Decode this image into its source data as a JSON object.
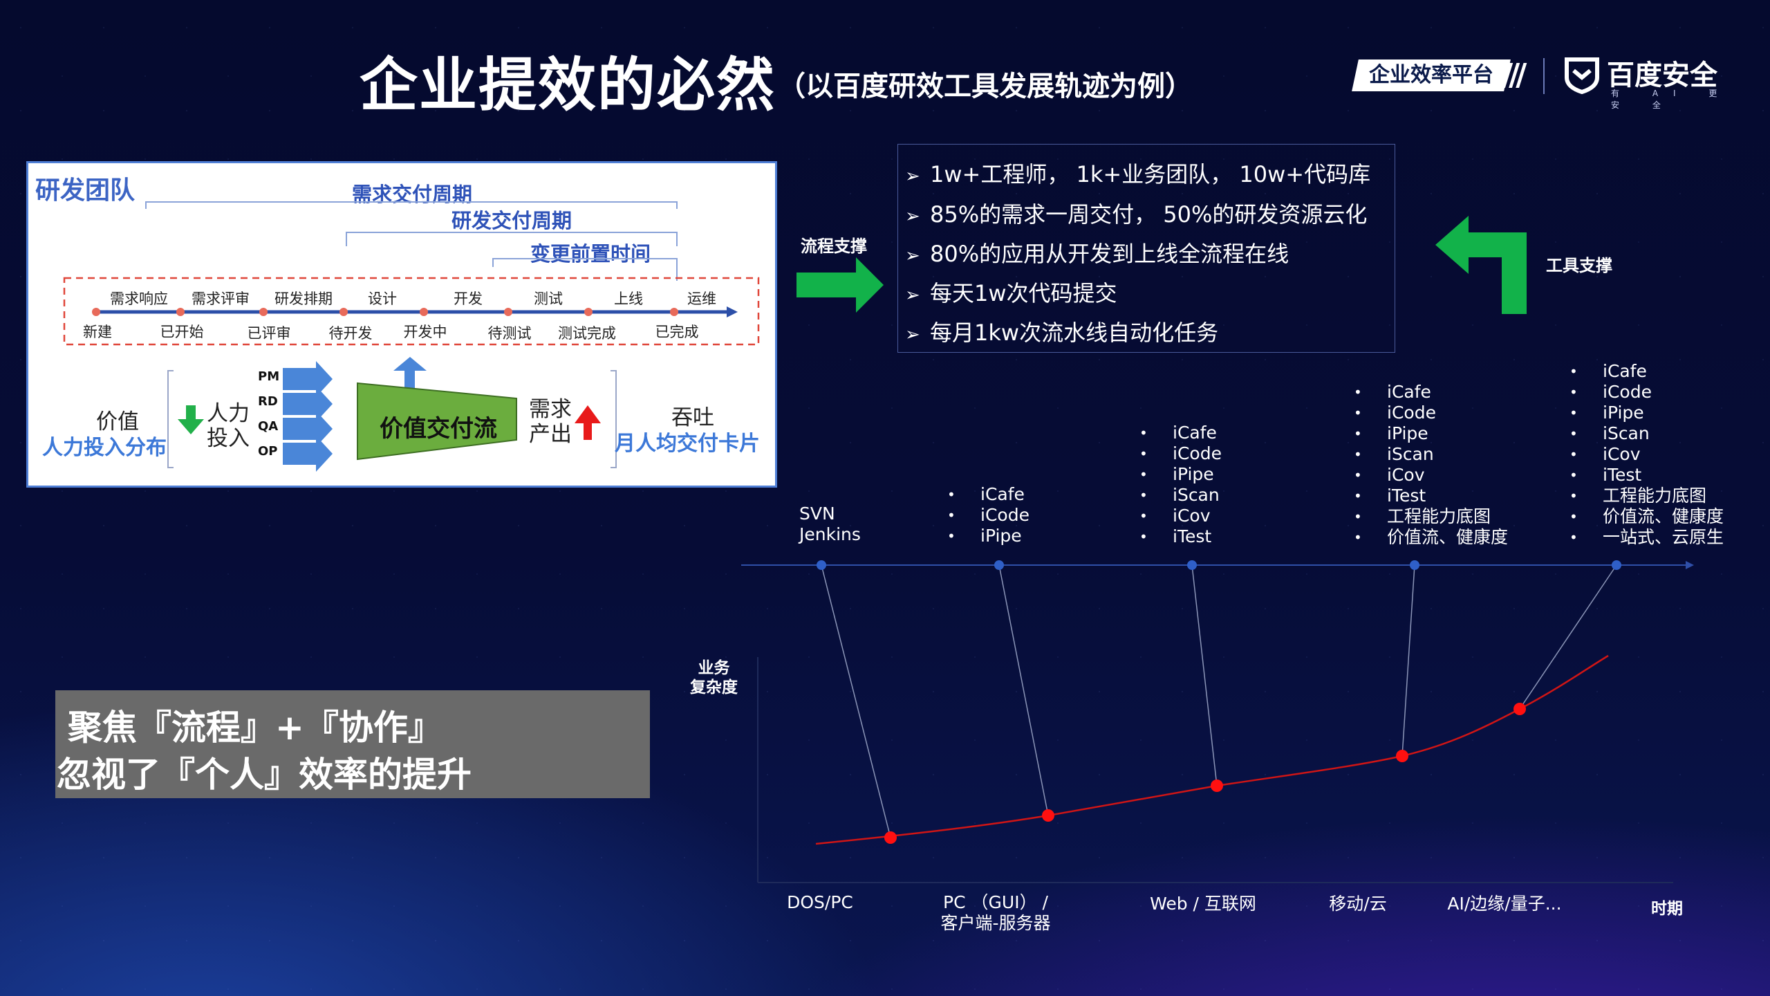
{
  "header": {
    "title": "企业提效的必然",
    "subtitle": "（以百度研效工具发展轨迹为例）",
    "brand_tag": "企业效率平台",
    "brand_stripes": "////",
    "baidu_name": "百度安全",
    "baidu_tagline": "有 AI 更 安 全"
  },
  "diagram": {
    "rd_team": "研发团队",
    "demand_cycle": "需求交付周期",
    "dev_cycle": "研发交付周期",
    "change_time": "变更前置时间",
    "stages": [
      "需求响应",
      "需求评审",
      "研发排期",
      "设计",
      "开发",
      "测试",
      "上线",
      "运维"
    ],
    "states": [
      "新建",
      "已开始",
      "已评审",
      "待开发",
      "开发中",
      "待测试",
      "测试完成",
      "已完成"
    ],
    "value_label": "价值",
    "input_dist": "人力投入分布",
    "manpower": "人力",
    "input": "投入",
    "roles": [
      "PM",
      "RD",
      "QA",
      "OP"
    ],
    "value_flow": "价值交付流",
    "demand": "需求",
    "output": "产出",
    "throughput": "吞吐",
    "cards": "月人均交付卡片"
  },
  "stats": {
    "items": [
      "1w+工程师， 1k+业务团队， 10w+代码库",
      "85%的需求一周交付， 50%的研发资源云化",
      "80%的应用从开发到上线全流程在线",
      "每天1w次代码提交",
      "每月1kw次流水线自动化任务"
    ],
    "bullet": "➢",
    "process_support": "流程支撑",
    "tool_support": "工具支撑"
  },
  "focus": {
    "line1": "聚焦『流程』+『协作』",
    "line2": "忽视了『个人』效率的提升"
  },
  "timeline": {
    "stage1_tools": [
      "SVN",
      "Jenkins"
    ],
    "stage2_tools": [
      "iCafe",
      "iCode",
      "iPipe"
    ],
    "stage3_tools": [
      "iCafe",
      "iCode",
      "iPipe",
      "iScan",
      "iCov",
      "iTest"
    ],
    "stage4_tools": [
      "iCafe",
      "iCode",
      "iPipe",
      "iScan",
      "iCov",
      "iTest",
      "工程能力底图",
      "价值流、健康度"
    ],
    "stage5_tools": [
      "iCafe",
      "iCode",
      "iPipe",
      "iScan",
      "iCov",
      "iTest",
      "工程能力底图",
      "价值流、健康度",
      "一站式、云原生"
    ],
    "eras": [
      "DOS/PC",
      "PC （GUI） /",
      "客户端-服务器",
      "Web / 互联网",
      "移动/云",
      "AI/边缘/量子..."
    ],
    "y_label_1": "业务",
    "y_label_2": "复杂度",
    "x_label": "时期"
  },
  "colors": {
    "arrow_green": "#12b24a",
    "curve_red": "#d01515",
    "diagram_blue": "#3c64c4"
  }
}
